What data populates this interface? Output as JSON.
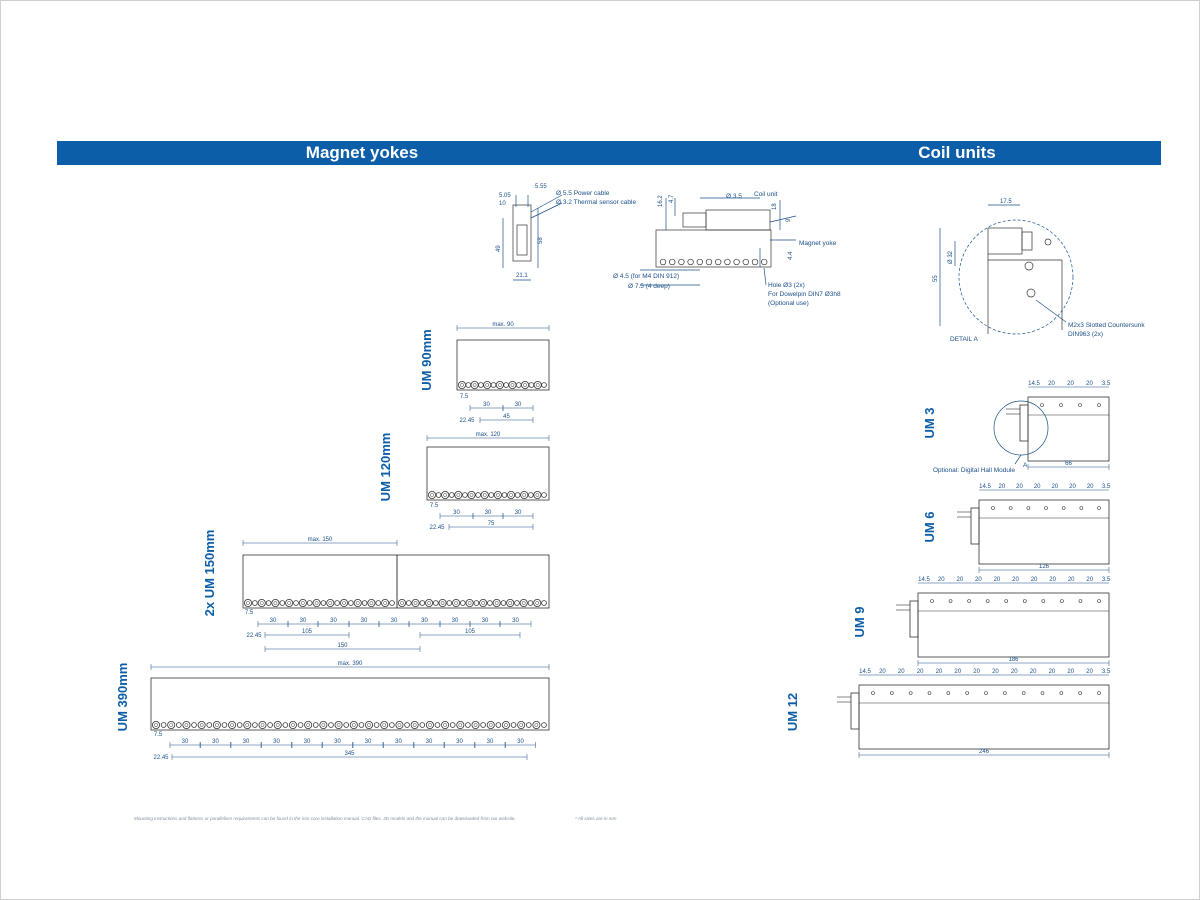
{
  "headers": {
    "magnet_yokes": "Magnet yokes",
    "coil_units": "Coil units"
  },
  "magnet_labels": {
    "um90": "UM 90mm",
    "um120": "UM 120mm",
    "um150": "2x UM 150mm",
    "um390": "UM 390mm"
  },
  "coil_labels": {
    "um3": "UM 3",
    "um6": "UM 6",
    "um9": "UM 9",
    "um12": "UM 12"
  },
  "dims": {
    "max90": "max. 90",
    "max120": "max. 120",
    "max150": "max. 150",
    "max390": "max. 390",
    "d7_5": "7.5",
    "d22_45": "22.45",
    "d30": "30",
    "d45": "45",
    "d75": "75",
    "d105": "105",
    "d150": "150",
    "d345": "345",
    "d14_5": "14.5",
    "d20": "20",
    "d3_5": "3.5",
    "d66": "66",
    "d126": "126",
    "d186": "186",
    "d246": "246",
    "d5_05": "5.05",
    "d5_55": "5.55",
    "d10": "10",
    "d49": "49",
    "d58": "58",
    "d21_1": "21.1",
    "d16_2": "16.2",
    "d4_7": "4.7",
    "d3_5b": "3.5",
    "d18": "18",
    "d9": "9",
    "d4_4": "4.4",
    "d17_5": "17.5",
    "d32": "Ø 32",
    "d55": "55"
  },
  "notes": {
    "power_cable": "Ø 5.5  Power cable",
    "thermal_cable": "Ø 3.2  Thermal sensor cable",
    "coil_unit": "Coil unit",
    "magnet_yoke": "Magnet yoke",
    "phi35": "Ø  3.5",
    "m4": "Ø  4.5  (for M4 DIN 912)",
    "deep": "Ø  7.5  (4 deep)",
    "hole1": "Hole Ø3 (2x)",
    "hole2": "For Dowelpin DIN7 Ø3h8",
    "hole3": "(Optional use)",
    "slotted1": "M2x3 Slotted Countersunk",
    "slotted2": "DIN963 (2x)",
    "detail": "DETAIL A",
    "hall": "Optional: Digital Hall Module",
    "a_mark": "A"
  },
  "footnotes": {
    "mounting": "Mounting instructions and flatness or parallelism requirements can be found in the iron core installation manual. CAD files, 3D models and the manual can be downloaded from our website.",
    "sizes": "* All sizes are in mm"
  }
}
